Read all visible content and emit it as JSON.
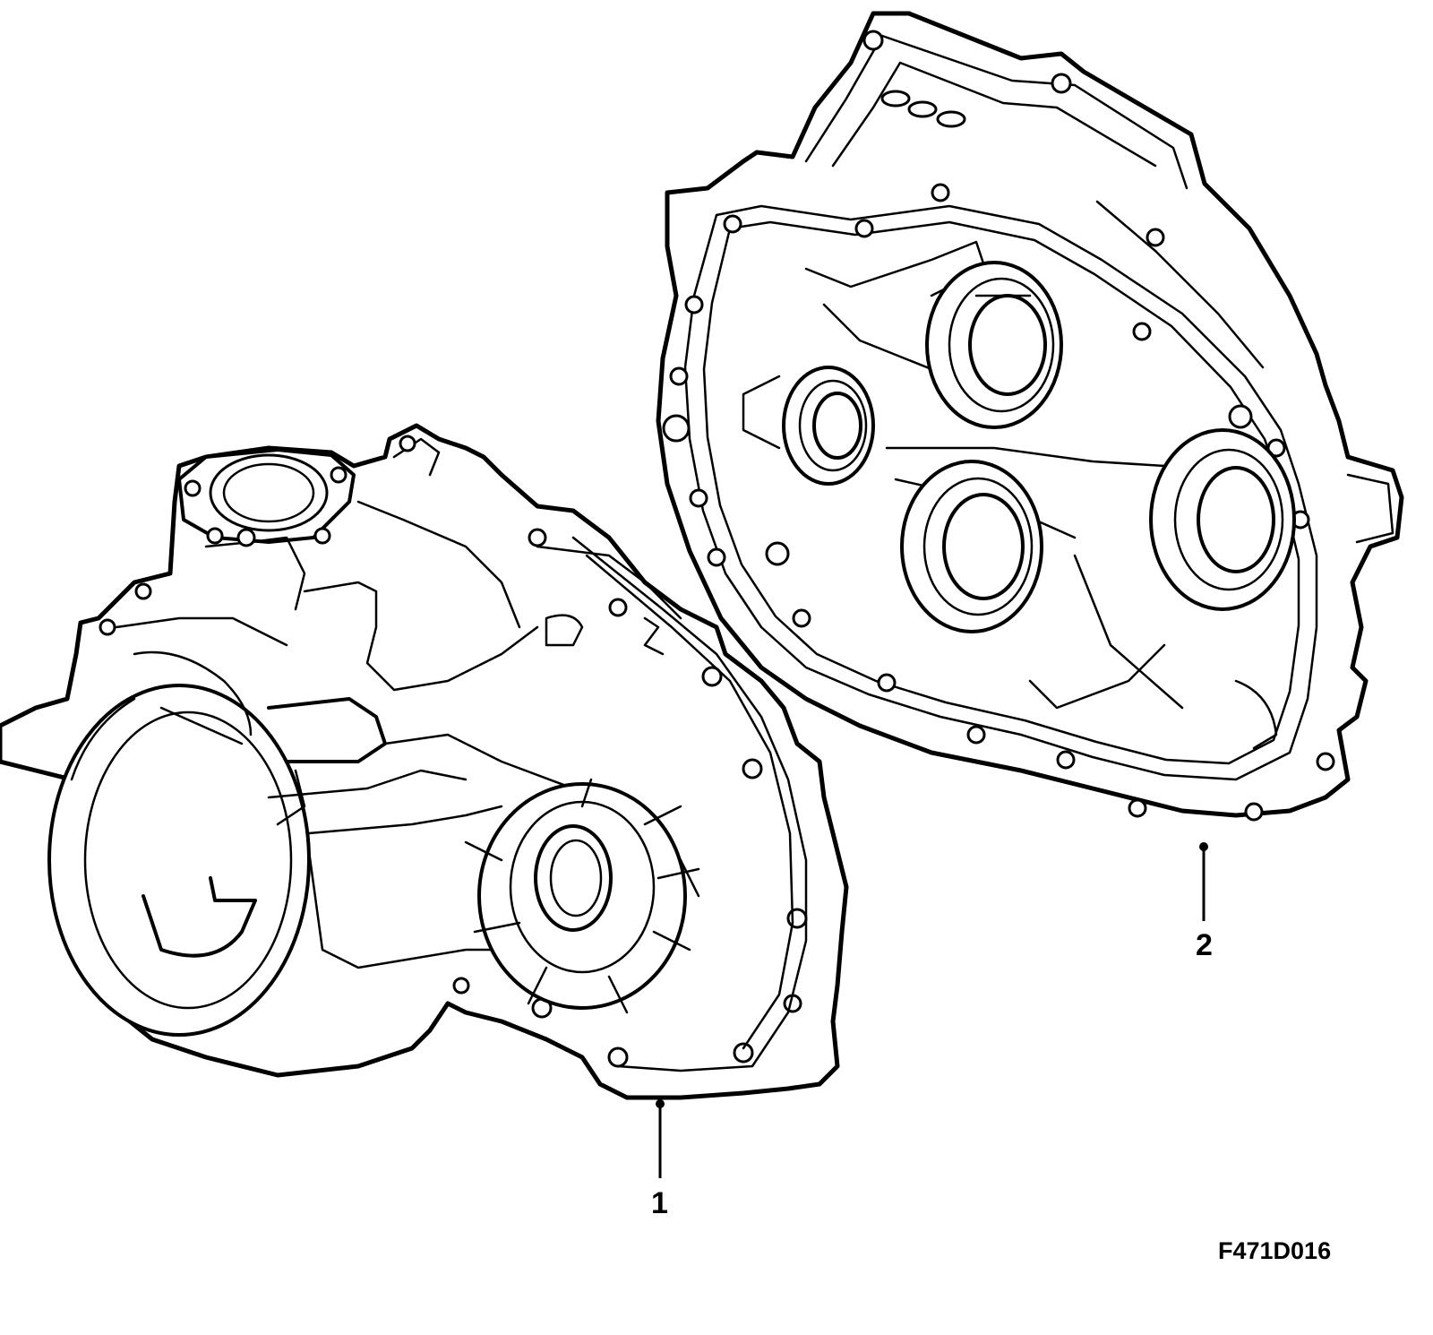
{
  "parts": [
    {
      "callout": "1",
      "icon": "transmission-housing-icon"
    },
    {
      "callout": "2",
      "icon": "clutch-housing-icon"
    }
  ],
  "figure_code": "F471D016"
}
